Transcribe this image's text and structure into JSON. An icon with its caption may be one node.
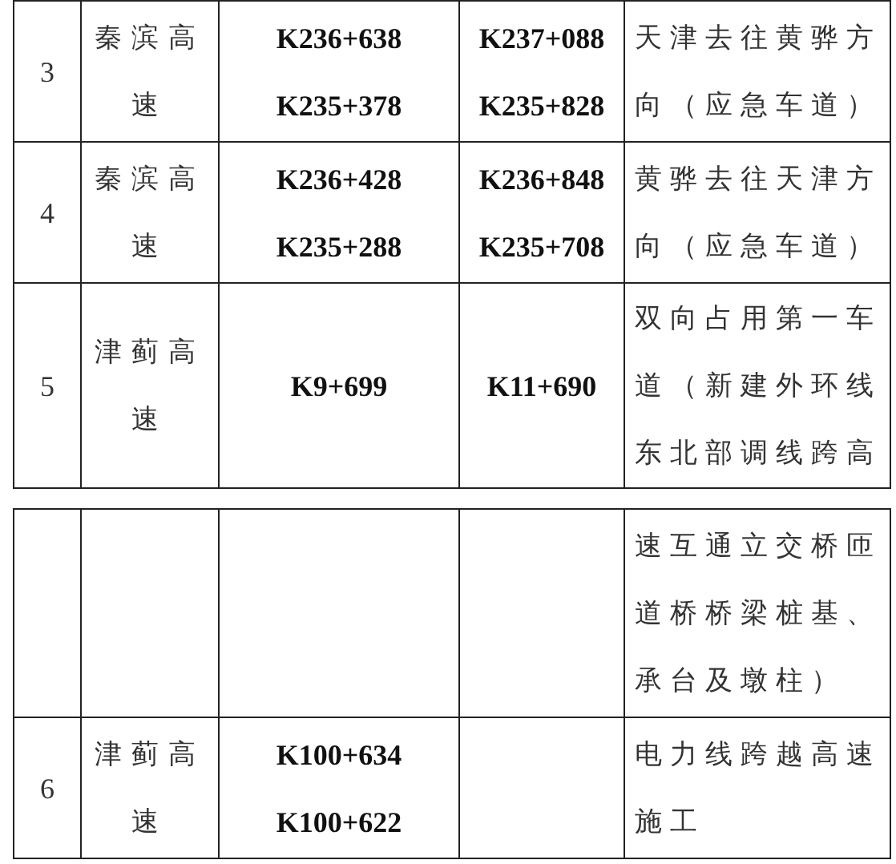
{
  "diagram": {
    "labels": [
      "3",
      "秦滨高速",
      "K236+638 K235+378",
      "K237+088 K235+828",
      "天津去往黄骅方向（应急车道）",
      "4",
      "秦滨高速",
      "K236+428 K235+288",
      "K236+848 K235+708",
      "黄骅去往天津方向（应急车道）",
      "5",
      "津蓟高速",
      "K9+699",
      "K11+690",
      "双向占用第一车道（新建外环线东北部调线跨高",
      "速互通立交桥匝道桥桥梁桩基、承台及墩柱）",
      "6",
      "津蓟高速",
      "K100+634 K100+622",
      "电力线跨越高速施工"
    ]
  }
}
